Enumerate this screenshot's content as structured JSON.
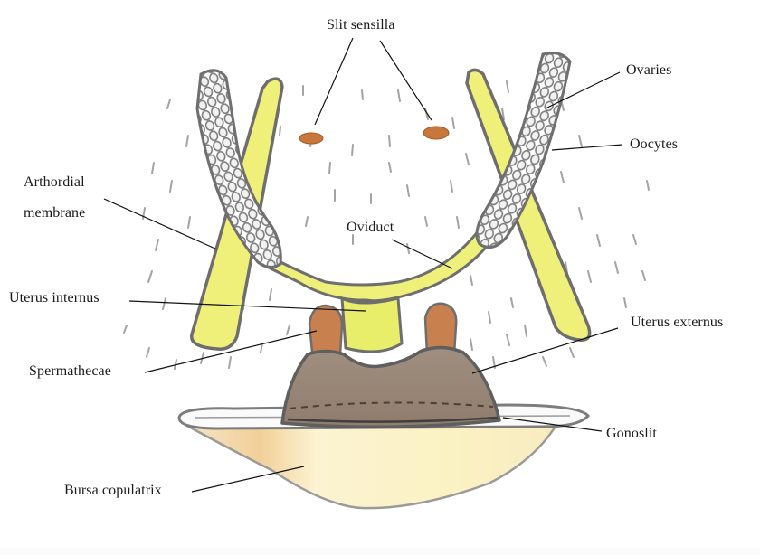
{
  "diagram": {
    "subject": "Female spider reproductive system (ventral view)",
    "colors": {
      "background": "#ffffff",
      "yellow_fill": "#eef07a",
      "yellow_light": "#f4f3a0",
      "outline_gray": "#6b6b6b",
      "oocyte_gray": "#8a8a8a",
      "orange_brown": "#c8773a",
      "spermatheca": "#c9804f",
      "uterus_externus": "#9c8a7a",
      "bursa_fill": "#f8efc0",
      "bursa_orange": "#f0c890",
      "leader_line": "#111111",
      "hair": "#9a9a9a"
    },
    "labels": [
      {
        "id": "slit-sensilla",
        "text": "Slit sensilla"
      },
      {
        "id": "ovaries",
        "text": "Ovaries"
      },
      {
        "id": "oocytes",
        "text": "Oocytes"
      },
      {
        "id": "arthrodial-1",
        "text": "Arthordial"
      },
      {
        "id": "arthrodial-2",
        "text": "membrane"
      },
      {
        "id": "oviduct",
        "text": "Oviduct"
      },
      {
        "id": "uterus-internus",
        "text": "Uterus internus"
      },
      {
        "id": "uterus-externus",
        "text": "Uterus externus"
      },
      {
        "id": "spermathecae",
        "text": "Spermathecae"
      },
      {
        "id": "gonoslit",
        "text": "Gonoslit"
      },
      {
        "id": "bursa-copulatrix",
        "text": "Bursa copulatrix"
      }
    ]
  }
}
